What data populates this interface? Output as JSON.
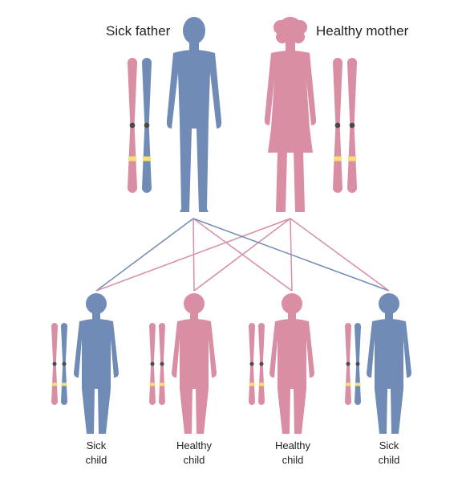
{
  "colors": {
    "blue": "#6f8bb6",
    "pink": "#d98ea4",
    "gene_marker": "#f5df7a",
    "centromere": "#4a4a4a"
  },
  "parents": [
    {
      "id": "father",
      "label": "Sick father",
      "color": "blue",
      "body": "male"
    },
    {
      "id": "mother",
      "label": "Healthy mother",
      "color": "pink",
      "body": "female"
    }
  ],
  "children": [
    {
      "id": "child1",
      "line1": "Sick",
      "line2": "child",
      "color": "blue"
    },
    {
      "id": "child2",
      "line1": "Healthy",
      "line2": "child",
      "color": "pink"
    },
    {
      "id": "child3",
      "line1": "Healthy",
      "line2": "child",
      "color": "pink"
    },
    {
      "id": "child4",
      "line1": "Sick",
      "line2": "child",
      "color": "blue"
    }
  ]
}
